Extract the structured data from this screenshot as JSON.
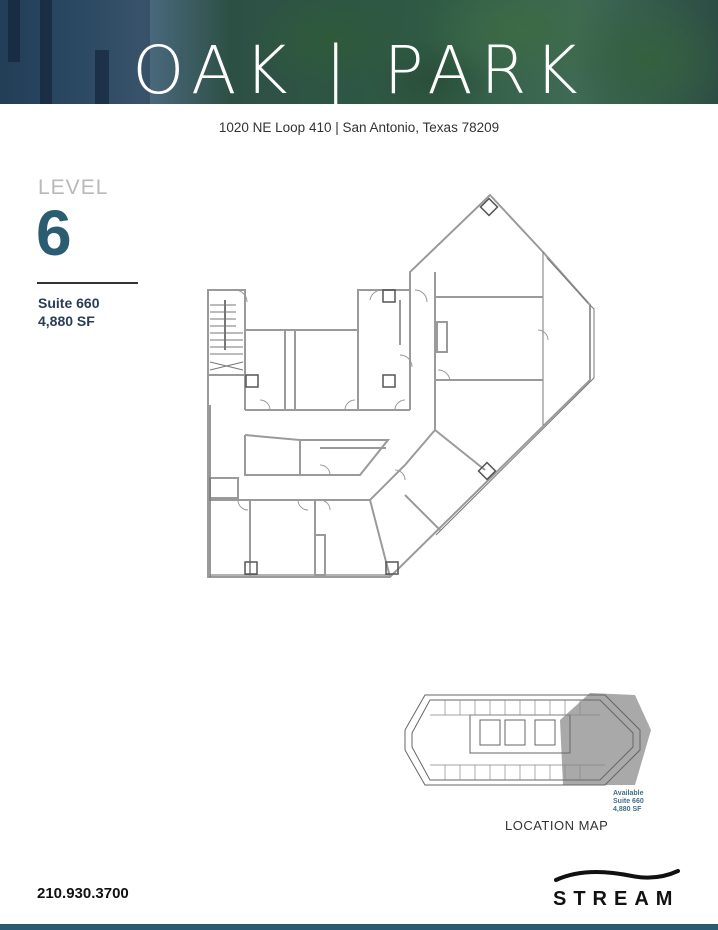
{
  "header": {
    "title": "OAK | PARK",
    "address": "1020 NE Loop 410  |  San Antonio, Texas 78209"
  },
  "level": {
    "label": "LEVEL",
    "number": "6",
    "suite": "Suite 660",
    "area": "4,880 SF"
  },
  "location_map": {
    "label": "LOCATION MAP",
    "callout_line1": "Available",
    "callout_line2": "Suite 660",
    "callout_line3": "4,880 SF",
    "highlight_color": "#a9a9a9"
  },
  "footer": {
    "phone": "210.930.3700",
    "brand": "STREAM",
    "band_color": "#2a5b70"
  },
  "colors": {
    "accent": "#2a5d72",
    "suite_text": "#2a3d55",
    "level_label": "#b9b9b9"
  }
}
